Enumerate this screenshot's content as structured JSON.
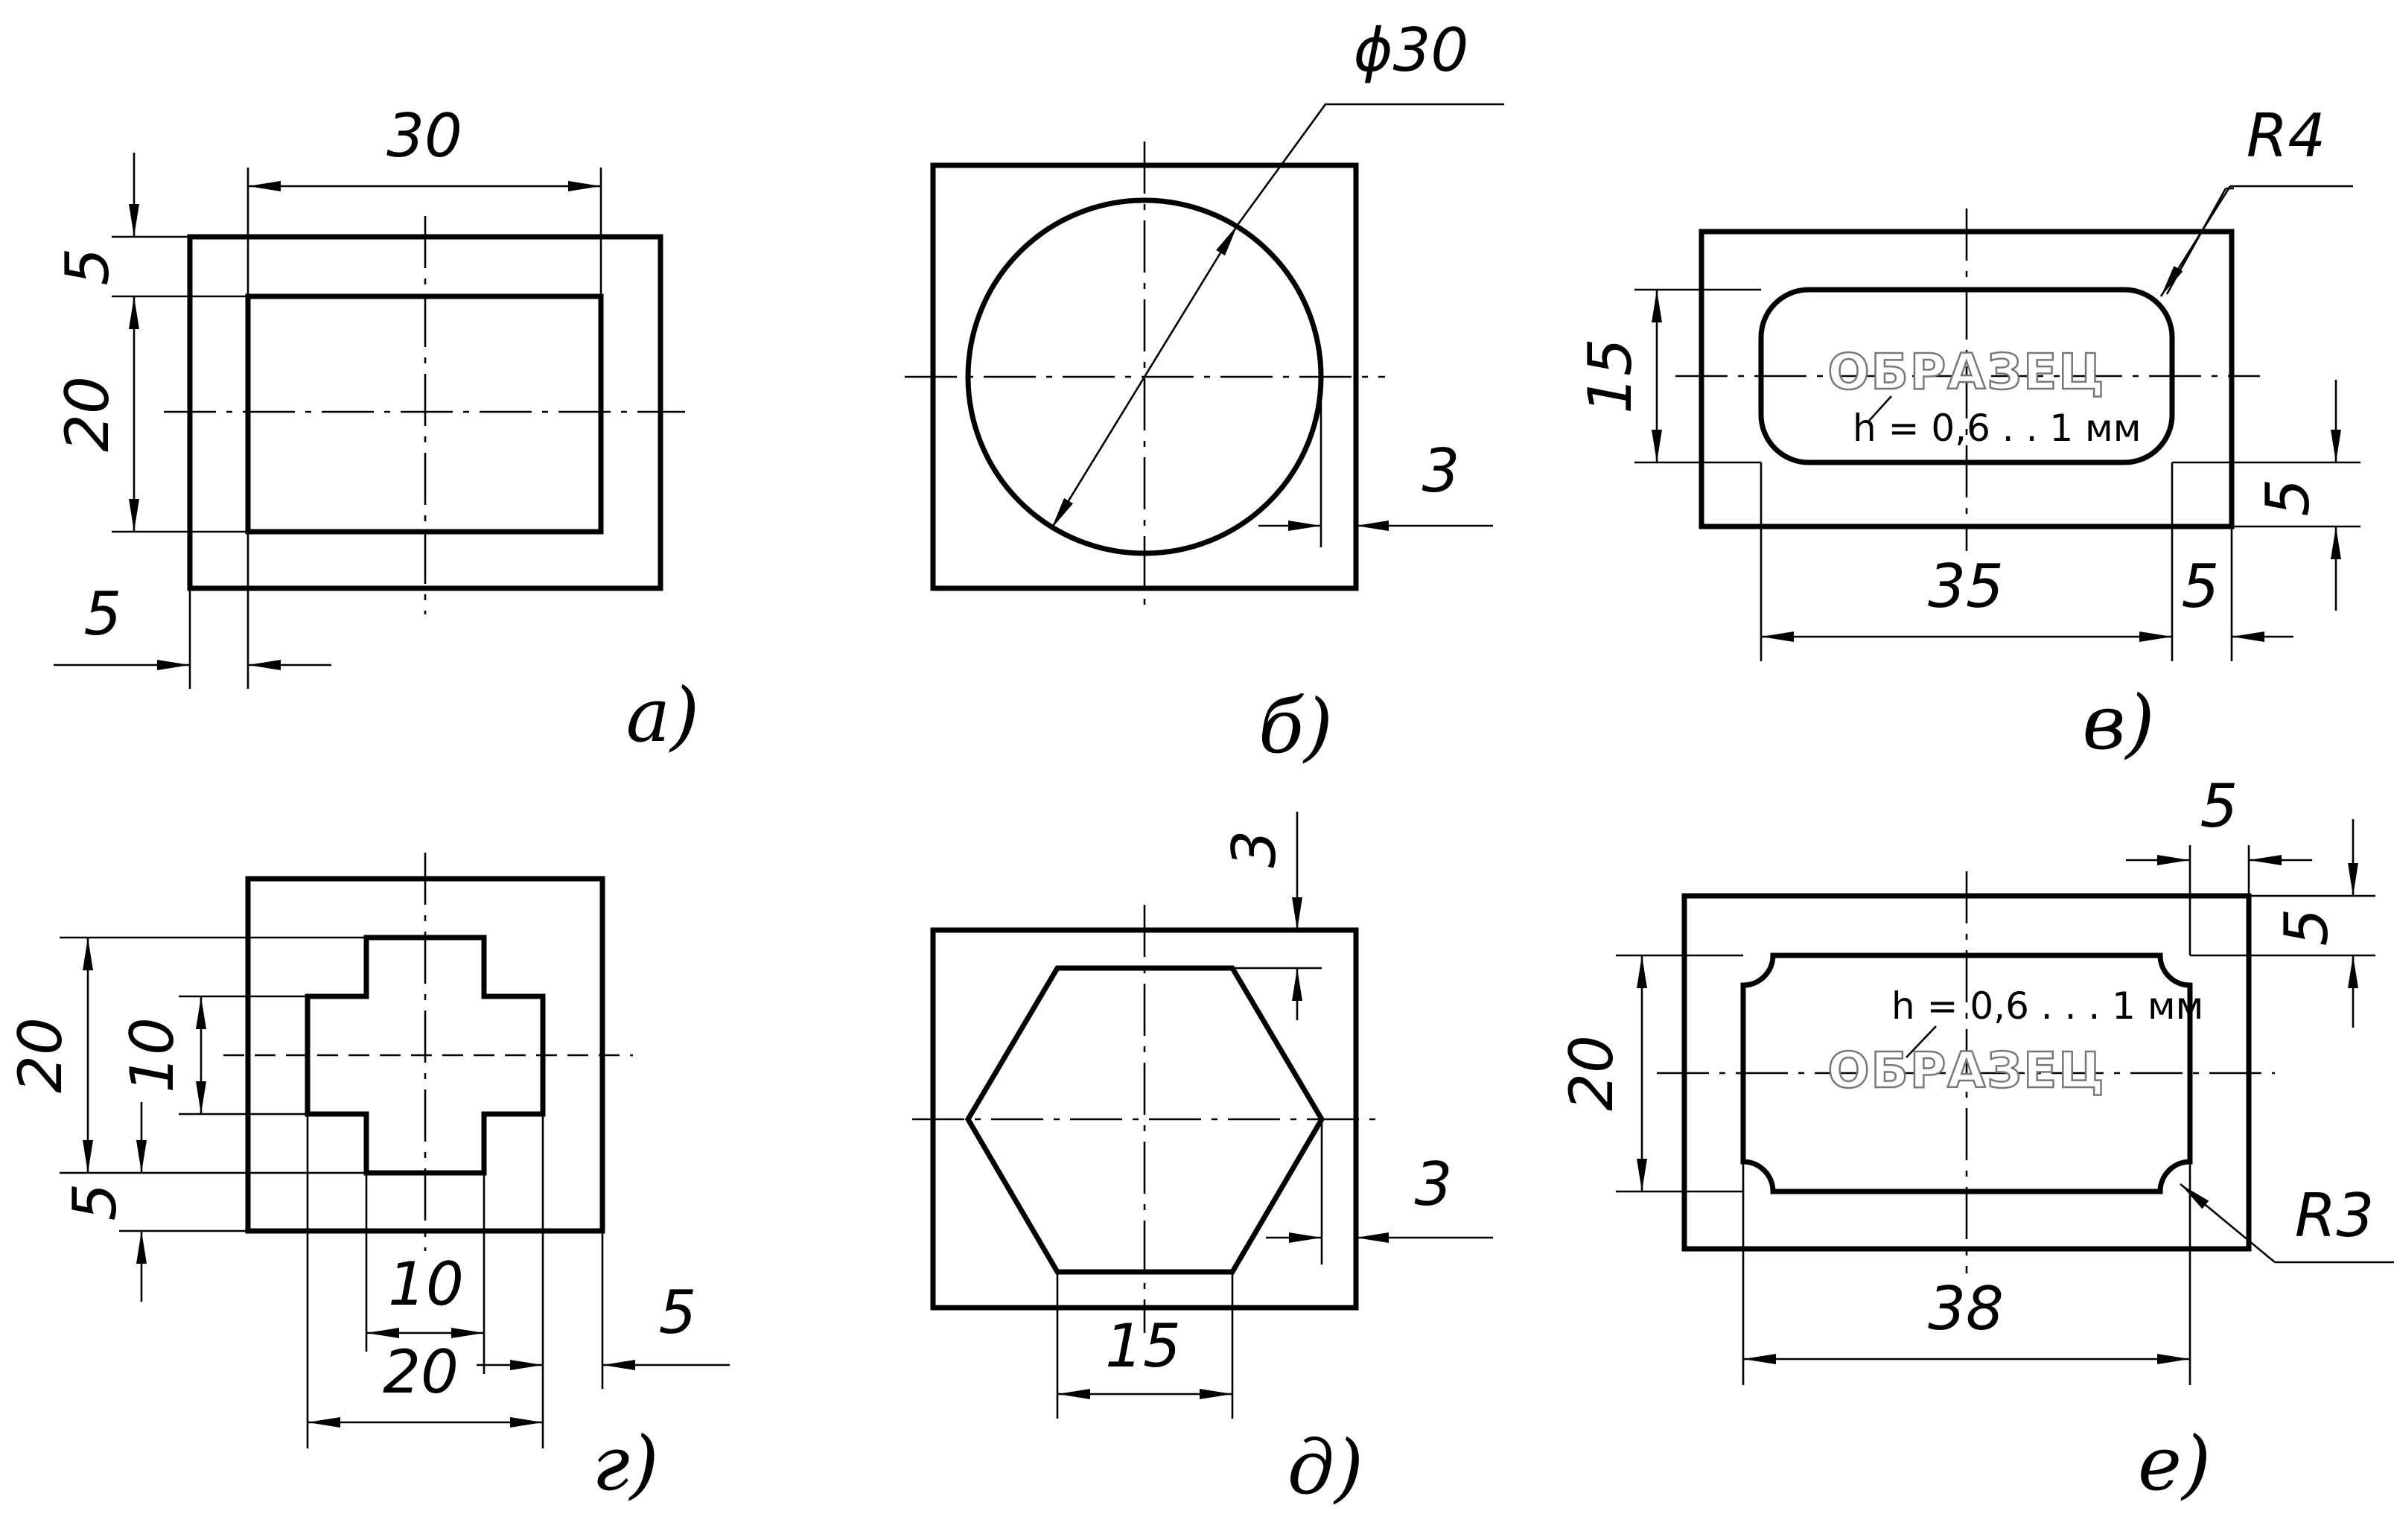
{
  "figures": {
    "a": {
      "caption": "а)",
      "dims": {
        "width": "30",
        "top": "5",
        "height": "20",
        "side": "5"
      }
    },
    "b": {
      "caption": "б)",
      "dims": {
        "diameter": "ϕ30",
        "offset": "3"
      }
    },
    "v": {
      "caption": "в)",
      "dims": {
        "radius": "R4",
        "height": "15",
        "right": "5",
        "width": "35",
        "side": "5"
      },
      "stamp_text": "ОБРАЗЕЦ",
      "depth_note": "h = 0,6 . . 1 мм"
    },
    "g": {
      "caption": "г)",
      "dims": {
        "outer_h": "20",
        "inner_h": "10",
        "bottom": "5",
        "inner_w": "10",
        "outer_w": "20",
        "side": "5"
      }
    },
    "d": {
      "caption": "д)",
      "dims": {
        "top": "3",
        "right": "3",
        "flat": "15"
      }
    },
    "e": {
      "caption": "е)",
      "dims": {
        "top_w": "5",
        "top_h": "5",
        "height": "20",
        "radius": "R3",
        "width": "38"
      },
      "stamp_text": "ОБРАЗЕЦ",
      "depth_note": "h = 0,6 . . . 1 мм"
    }
  }
}
